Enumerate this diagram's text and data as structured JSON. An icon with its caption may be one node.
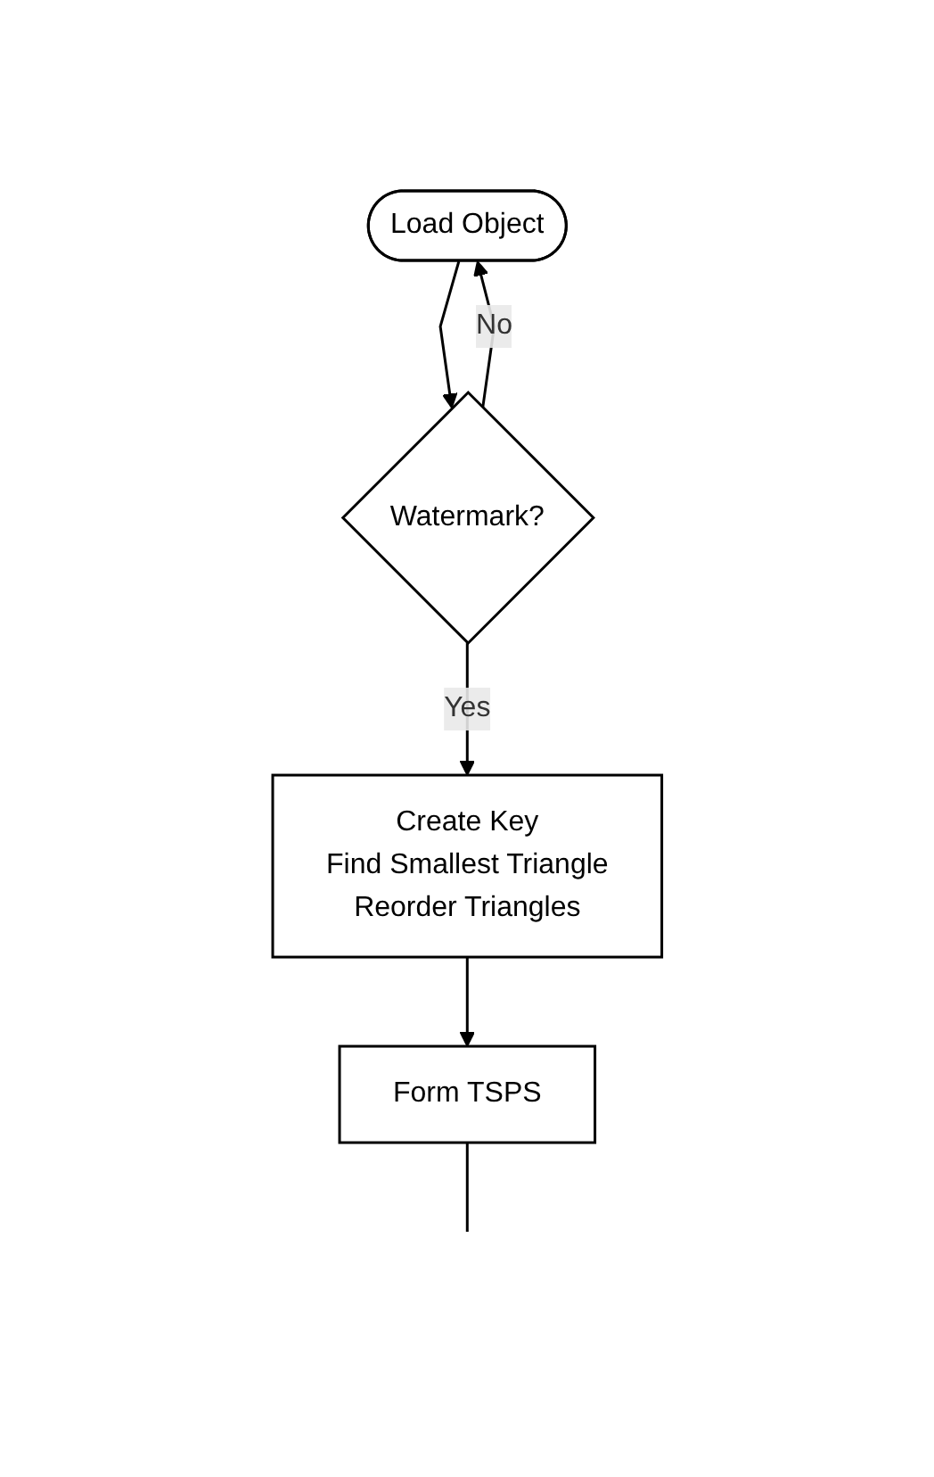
{
  "diagram": {
    "nodes": [
      {
        "text": [
          "Load Object"
        ]
      },
      {
        "text": [
          "Watermark?"
        ]
      },
      {
        "text": [
          "Create Key",
          "Find Smallest Triangle",
          "Reorder Triangles"
        ]
      },
      {
        "text": [
          "Form TSPS"
        ]
      }
    ],
    "edges": [
      {
        "from": 1,
        "to": 0,
        "arrow": "to",
        "label": "No"
      },
      {
        "from": 0,
        "to": 1,
        "arrow": "to"
      },
      {
        "from": 1,
        "to": 2,
        "arrow": "to",
        "label": "Yes"
      },
      {
        "from": 2,
        "to": 3,
        "arrow": "to"
      },
      {
        "from": 3,
        "to": null,
        "arrow": "none"
      }
    ]
  }
}
